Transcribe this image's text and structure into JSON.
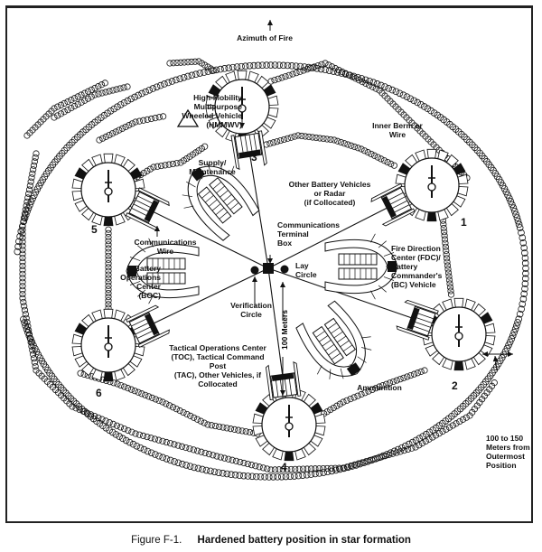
{
  "caption": {
    "figure_number": "Figure F-1.",
    "title": "Hardened battery position in star formation"
  },
  "labels": {
    "azimuth": "Azimuth of Fire",
    "hmmwv": "High-Mobility\nMultipurpose\nWheeled Vehicle\n(HMMWV)",
    "inner_berm": "Inner Berm or\nWire",
    "supply": "Supply/\nMaintenance",
    "other_vehicles": "Other Battery Vehicles\nor Radar\n(if Collocated)",
    "comm_terminal": "Communications\nTerminal\nBox",
    "comm_wire": "Communications\nWire",
    "boc": "Battery\nOperations\nCenter\n(BOC)",
    "lay_circle": "Lay\nCircle",
    "fdc": "Fire Direction\nCenter (FDC)/\nBattery\nCommander's\n(BC) Vehicle",
    "verification": "Verification\nCircle",
    "hundred_meters": "100 Meters",
    "toc": "Tactical Operations Center\n(TOC), Tactical Command Post\n(TAC), Other Vehicles, if\nCollocated",
    "ammunition": "Ammunition",
    "outer_distance": "100 to 150\nMeters from\nOutermost\nPosition"
  },
  "positions": [
    {
      "number": "3"
    },
    {
      "number": "1"
    },
    {
      "number": "2"
    },
    {
      "number": "4"
    },
    {
      "number": "6"
    },
    {
      "number": "5"
    }
  ]
}
